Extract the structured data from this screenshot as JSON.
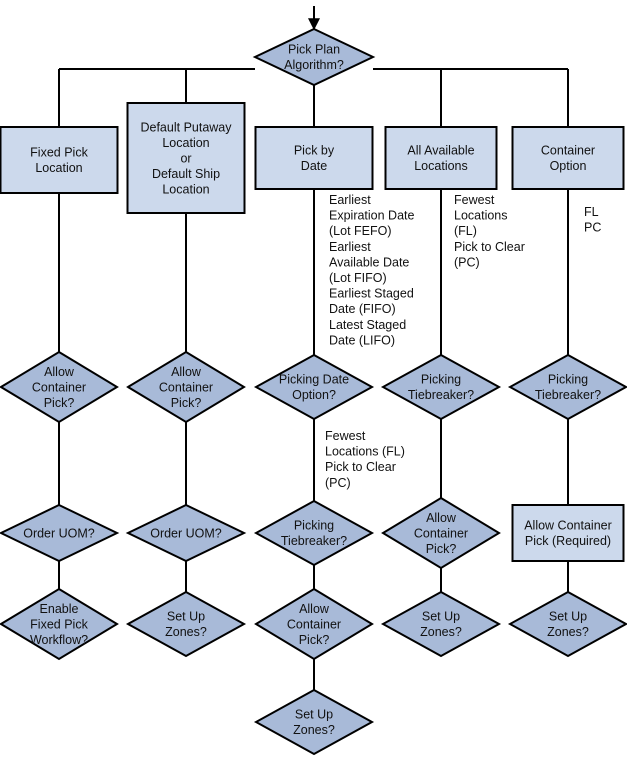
{
  "diagram": {
    "title": "Pick Plan Algorithm decision flow",
    "colors": {
      "shape_fill": "#a8bad8",
      "rect_fill": "#ccd9ec",
      "stroke": "#000000",
      "text": "#111111",
      "background": "#ffffff"
    },
    "root": {
      "label_line1": "Pick Plan",
      "label_line2": "Algorithm?"
    },
    "branches": [
      {
        "id": "fixed-pick-location",
        "option_box": {
          "lines": [
            "Fixed Pick",
            "Location"
          ]
        },
        "notes": [],
        "steps": [
          {
            "shape": "diamond",
            "lines": [
              "Allow",
              "Container",
              "Pick?"
            ]
          },
          {
            "shape": "diamond",
            "lines": [
              "Order UOM?"
            ]
          },
          {
            "shape": "diamond",
            "lines": [
              "Enable",
              "Fixed Pick",
              "Workflow?"
            ]
          }
        ]
      },
      {
        "id": "default-putaway-or-ship-location",
        "option_box": {
          "lines": [
            "Default Putaway",
            "Location",
            "or",
            "Default Ship",
            "Location"
          ]
        },
        "notes": [],
        "steps": [
          {
            "shape": "diamond",
            "lines": [
              "Allow",
              "Container",
              "Pick?"
            ]
          },
          {
            "shape": "diamond",
            "lines": [
              "Order UOM?"
            ]
          },
          {
            "shape": "diamond",
            "lines": [
              "Set Up",
              "Zones?"
            ]
          }
        ]
      },
      {
        "id": "pick-by-date",
        "option_box": {
          "lines": [
            "Pick by",
            "Date"
          ]
        },
        "notes": [
          {
            "id": "date-options",
            "lines": [
              "Earliest",
              "Expiration Date",
              "(Lot FEFO)",
              "Earliest",
              "Available Date",
              "(Lot FIFO)",
              "Earliest Staged",
              "Date (FIFO)",
              "Latest Staged",
              "Date (LIFO)"
            ]
          },
          {
            "id": "tiebreaker-options",
            "lines": [
              "Fewest",
              "Locations (FL)",
              "Pick to Clear",
              "(PC)"
            ]
          }
        ],
        "steps": [
          {
            "shape": "diamond",
            "lines": [
              "Picking Date",
              "Option?"
            ]
          },
          {
            "shape": "diamond",
            "lines": [
              "Picking",
              "Tiebreaker?"
            ]
          },
          {
            "shape": "diamond",
            "lines": [
              "Allow",
              "Container",
              "Pick?"
            ]
          },
          {
            "shape": "diamond",
            "lines": [
              "Set Up",
              "Zones?"
            ]
          }
        ]
      },
      {
        "id": "all-available-locations",
        "option_box": {
          "lines": [
            "All Available",
            "Locations"
          ]
        },
        "notes": [
          {
            "id": "tiebreaker-options",
            "lines": [
              "Fewest",
              "Locations",
              "(FL)",
              "Pick to Clear",
              "(PC)"
            ]
          }
        ],
        "steps": [
          {
            "shape": "diamond",
            "lines": [
              "Picking",
              "Tiebreaker?"
            ]
          },
          {
            "shape": "diamond",
            "lines": [
              "Allow",
              "Container",
              "Pick?"
            ]
          },
          {
            "shape": "diamond",
            "lines": [
              "Set Up",
              "Zones?"
            ]
          }
        ]
      },
      {
        "id": "container-option",
        "option_box": {
          "lines": [
            "Container",
            "Option"
          ]
        },
        "notes": [
          {
            "id": "tiebreaker-abbrev",
            "lines": [
              "FL",
              "PC"
            ]
          }
        ],
        "steps": [
          {
            "shape": "diamond",
            "lines": [
              "Picking",
              "Tiebreaker?"
            ]
          },
          {
            "shape": "rect",
            "lines": [
              "Allow Container",
              "Pick (Required)"
            ]
          },
          {
            "shape": "diamond",
            "lines": [
              "Set Up",
              "Zones?"
            ]
          }
        ]
      }
    ]
  }
}
